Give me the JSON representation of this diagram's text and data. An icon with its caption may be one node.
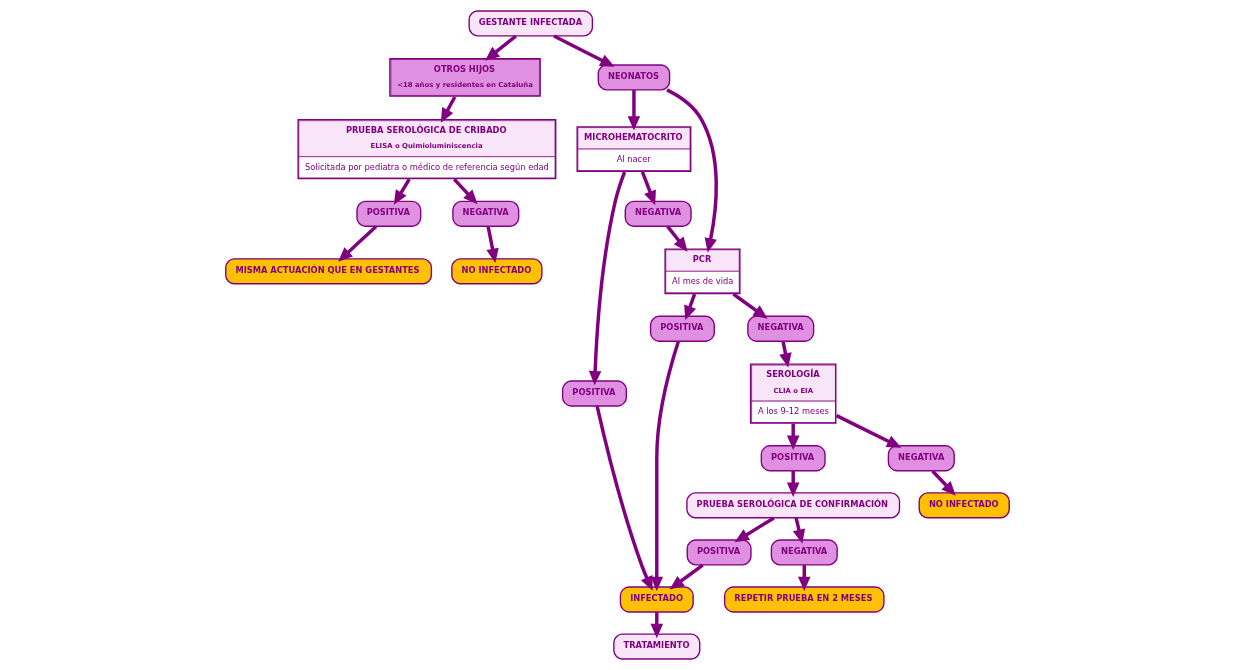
{
  "diagram": {
    "nodes": [
      {
        "text": [
          "GESTANTE INFECTADA"
        ]
      },
      {
        "text": [
          "OTROS HIJOS",
          "<18 años y residentes en Cataluña"
        ]
      },
      {
        "text": [
          "NEONATOS"
        ]
      },
      {
        "text": [
          "PRUEBA SEROLÓGICA DE CRIBADO",
          "ELISA o Quimioluminiscencia",
          "Solicitada por pediatra o médico de referencia según edad"
        ]
      },
      {
        "text": [
          "MICROHEMATOCRITO",
          "Al nacer"
        ]
      },
      {
        "text": [
          "PCR",
          "Al mes de vida"
        ]
      },
      {
        "text": [
          "POSITIVA"
        ]
      },
      {
        "text": [
          "NEGATIVA"
        ]
      },
      {
        "text": [
          "POSITIVA"
        ]
      },
      {
        "text": [
          "NEGATIVA"
        ]
      },
      {
        "text": [
          "POSITIVA"
        ]
      },
      {
        "text": [
          "NEGATIVA"
        ]
      },
      {
        "text": [
          "MISMA ACTUACIÓN QUE EN GESTANTES"
        ]
      },
      {
        "text": [
          "NO INFECTADO"
        ]
      },
      {
        "text": [
          "SEROLOGÍA",
          "CLIA o EIA",
          "A los 9-12 meses"
        ]
      },
      {
        "text": [
          "POSITIVA"
        ]
      },
      {
        "text": [
          "INFECTADO"
        ]
      },
      {
        "text": [
          "PRUEBA SEROLÓGICA DE CONFIRMACIÓN"
        ]
      },
      {
        "text": [
          "POSITIVA"
        ]
      },
      {
        "text": [
          "NEGATIVA"
        ]
      },
      {
        "text": [
          "REPETIR PRUEBA EN 2 MESES"
        ]
      },
      {
        "text": [
          "NEGATIVA"
        ]
      },
      {
        "text": [
          "TRATAMIENTO"
        ]
      },
      {
        "text": [
          "NO INFECTADO"
        ]
      }
    ],
    "edges": [
      {
        "from": 0,
        "to": 1,
        "arrow": "to"
      },
      {
        "from": 0,
        "to": 2,
        "arrow": "to"
      },
      {
        "from": 1,
        "to": 3,
        "arrow": "to"
      },
      {
        "from": 2,
        "to": 4,
        "arrow": "to"
      },
      {
        "from": 2,
        "to": 5,
        "arrow": "to"
      },
      {
        "from": 3,
        "to": 8,
        "arrow": "to"
      },
      {
        "from": 3,
        "to": 9,
        "arrow": "to"
      },
      {
        "from": 8,
        "to": 12,
        "arrow": "to"
      },
      {
        "from": 9,
        "to": 13,
        "arrow": "to"
      },
      {
        "from": 4,
        "to": 6,
        "arrow": "to"
      },
      {
        "from": 4,
        "to": 7,
        "arrow": "to"
      },
      {
        "from": 7,
        "to": 5,
        "arrow": "to"
      },
      {
        "from": 5,
        "to": 10,
        "arrow": "to"
      },
      {
        "from": 5,
        "to": 11,
        "arrow": "to"
      },
      {
        "from": 6,
        "to": 16,
        "arrow": "to"
      },
      {
        "from": 10,
        "to": 16,
        "arrow": "to"
      },
      {
        "from": 11,
        "to": 14,
        "arrow": "to"
      },
      {
        "from": 14,
        "to": 15,
        "arrow": "to"
      },
      {
        "from": 14,
        "to": 21,
        "arrow": "to"
      },
      {
        "from": 15,
        "to": 17,
        "arrow": "to"
      },
      {
        "from": 17,
        "to": 18,
        "arrow": "to"
      },
      {
        "from": 17,
        "to": 19,
        "arrow": "to"
      },
      {
        "from": 18,
        "to": 16,
        "arrow": "to"
      },
      {
        "from": 19,
        "to": 20,
        "arrow": "to"
      },
      {
        "from": 21,
        "to": 23,
        "arrow": "to"
      },
      {
        "from": 16,
        "to": 22,
        "arrow": "to"
      }
    ]
  }
}
